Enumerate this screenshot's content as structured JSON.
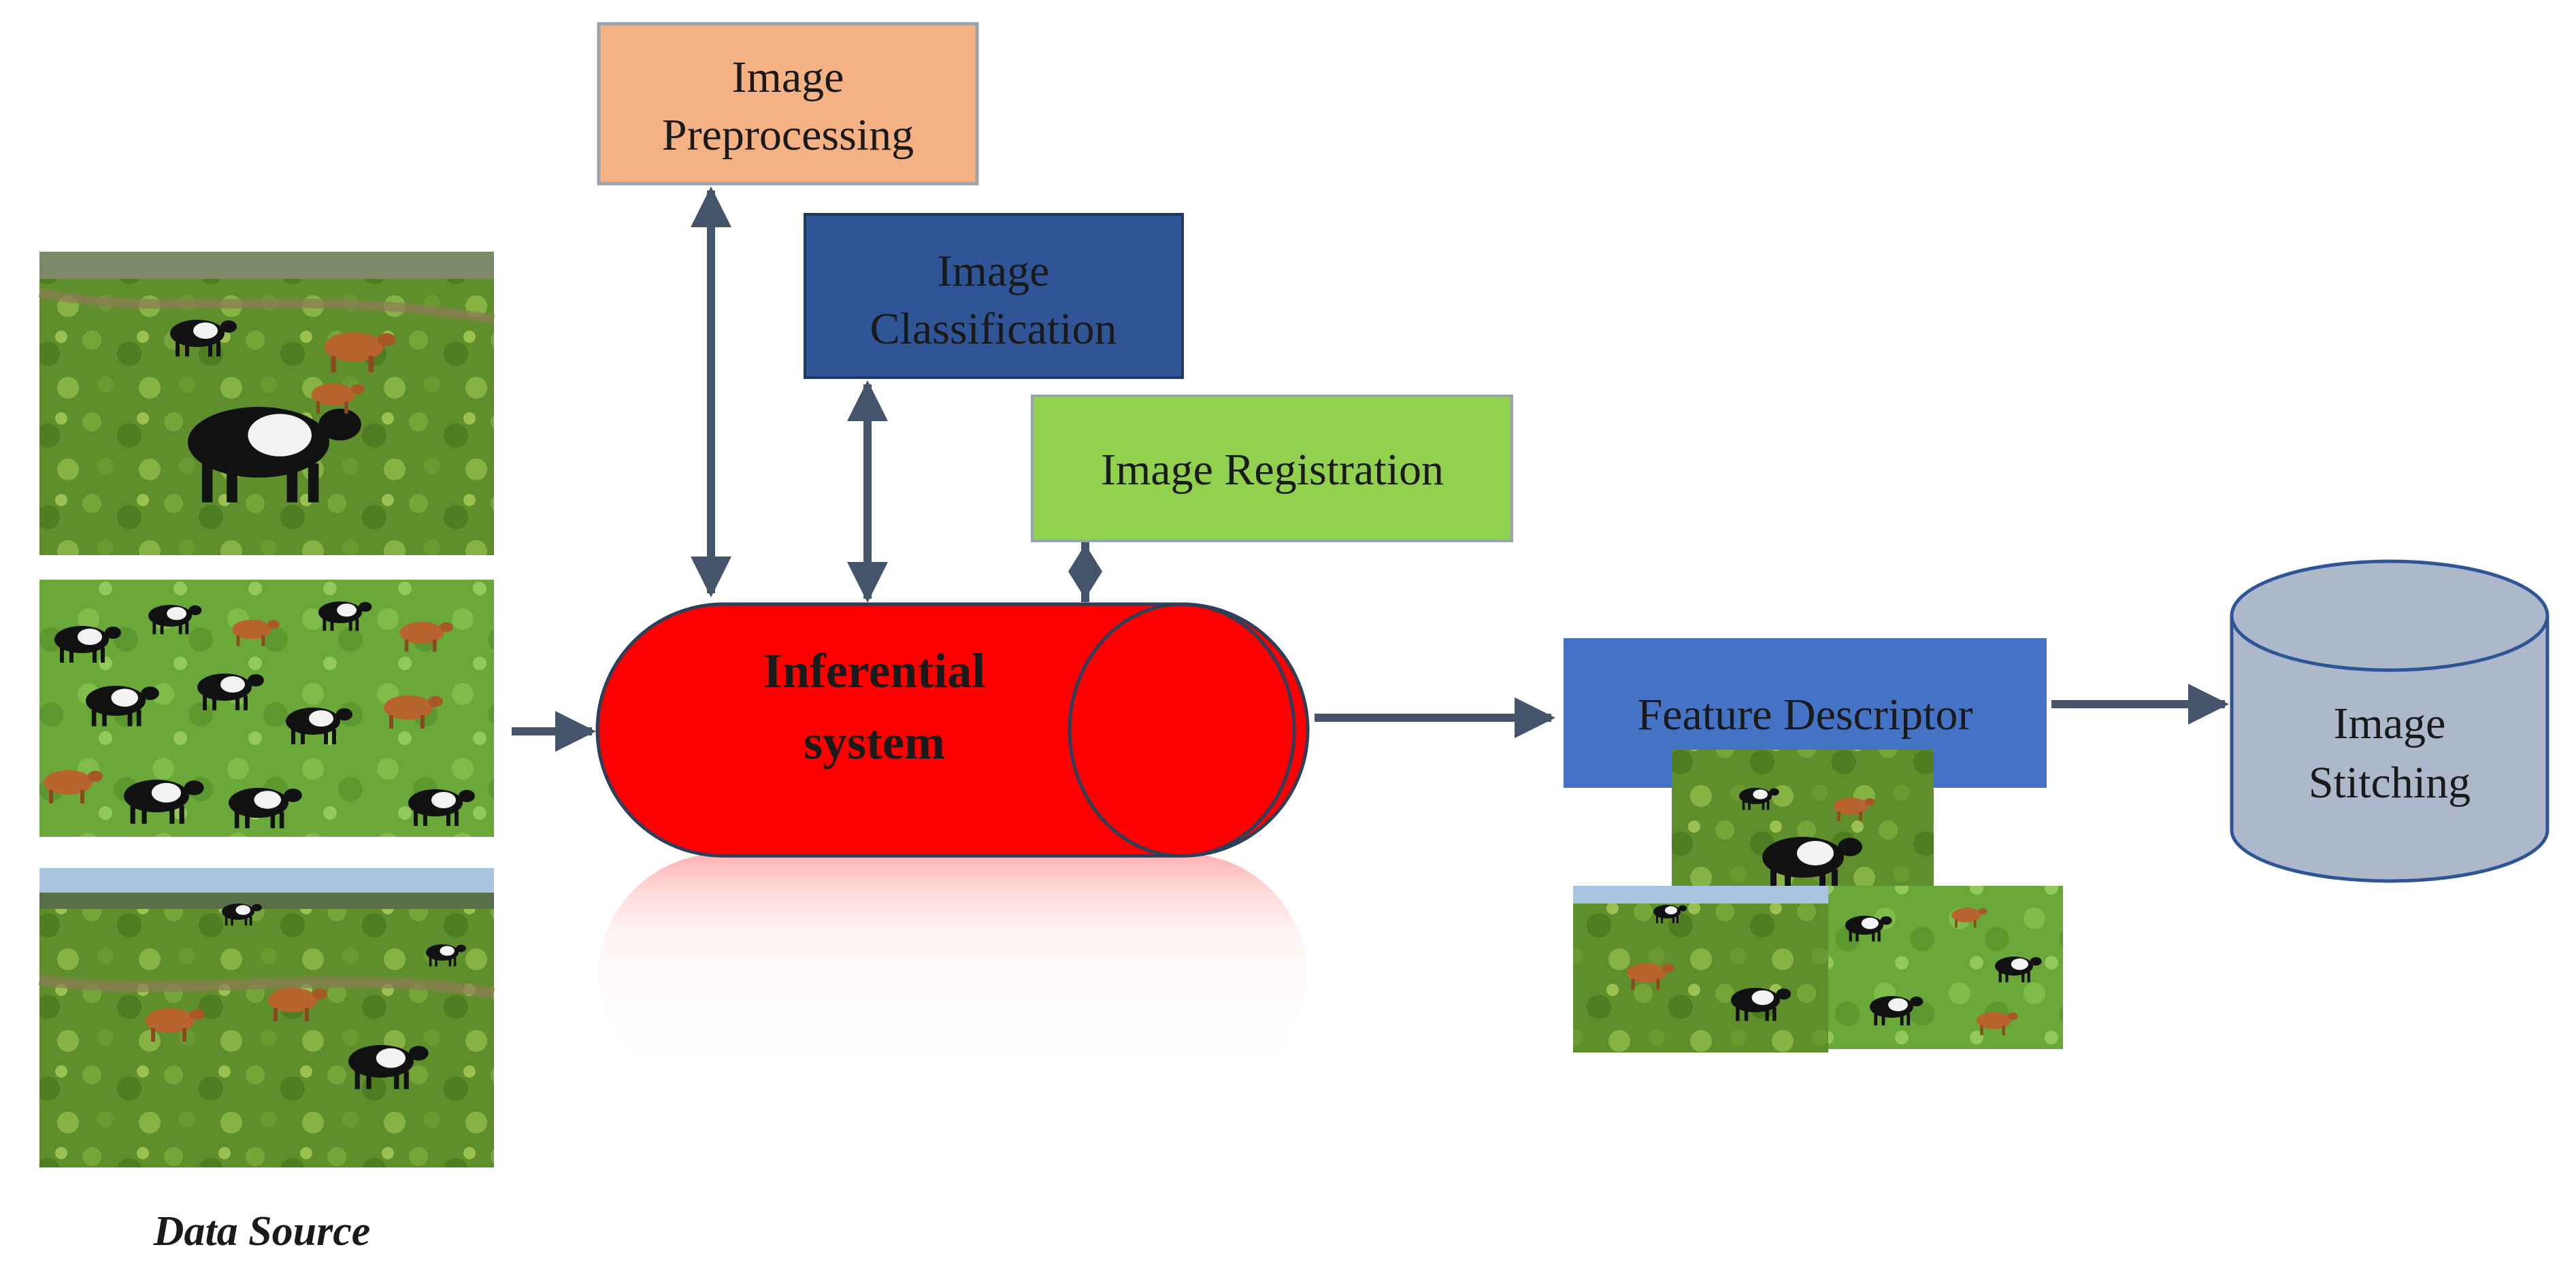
{
  "data_source": {
    "caption": "Data Source"
  },
  "modules": {
    "preprocessing": {
      "line1": "Image",
      "line2": "Preprocessing"
    },
    "classification": {
      "line1": "Image",
      "line2": "Classification"
    },
    "registration": {
      "label": "Image Registration"
    }
  },
  "core": {
    "line1": "Inferential",
    "line2": "system"
  },
  "feature_descriptor": {
    "label": "Feature Descriptor"
  },
  "stitching": {
    "line1": "Image",
    "line2": "Stitching"
  },
  "colors": {
    "preprocessing": "#f4b183",
    "classification": "#2f5597",
    "registration": "#92d050",
    "core": "#ff0000",
    "feature_descriptor": "#4472c4",
    "stitching": "#adb9ca",
    "arrow": "#44546a"
  }
}
